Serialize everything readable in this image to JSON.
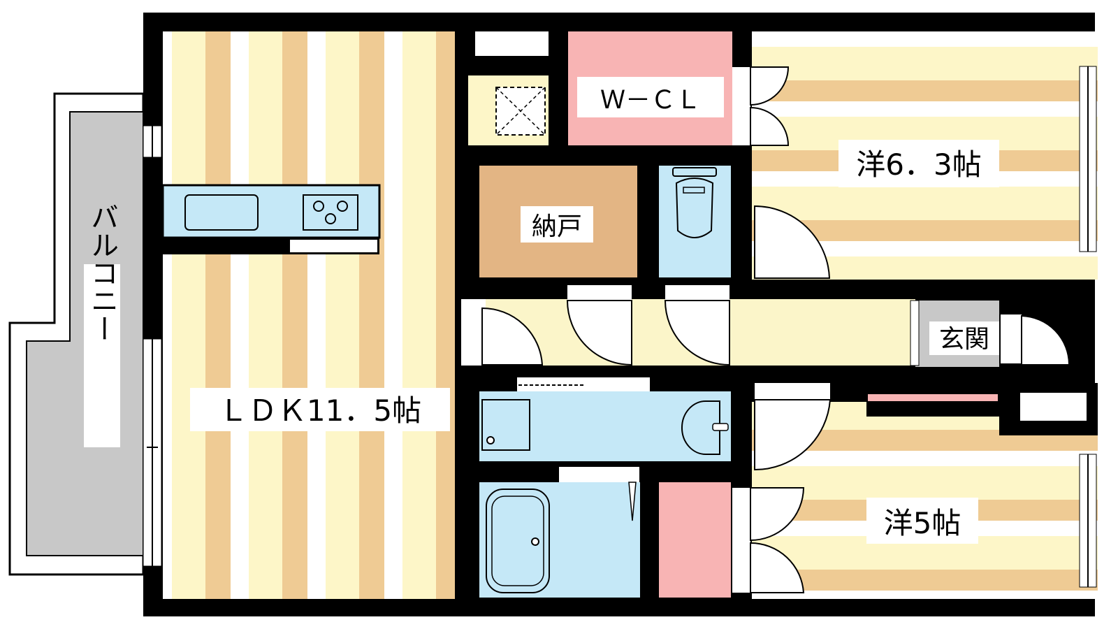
{
  "rooms": {
    "ldk": "ＬＤＫ11．5帖",
    "western_large": "洋6．3帖",
    "western_small": "洋5帖",
    "wcl": "Ｗ－ＣＬ",
    "storage": "納戸",
    "entrance": "玄関",
    "balcony": "バルコニー"
  },
  "colors": {
    "floor_stripe_light": "#fdf6c8",
    "floor_stripe_dark": "#efcb94",
    "wall": "#000000",
    "wet_area": "#c5e8f7",
    "closet": "#f8b4b4",
    "storage": "#e3b584",
    "balcony": "#c8c8c8",
    "hallway": "#fbf5c9"
  }
}
